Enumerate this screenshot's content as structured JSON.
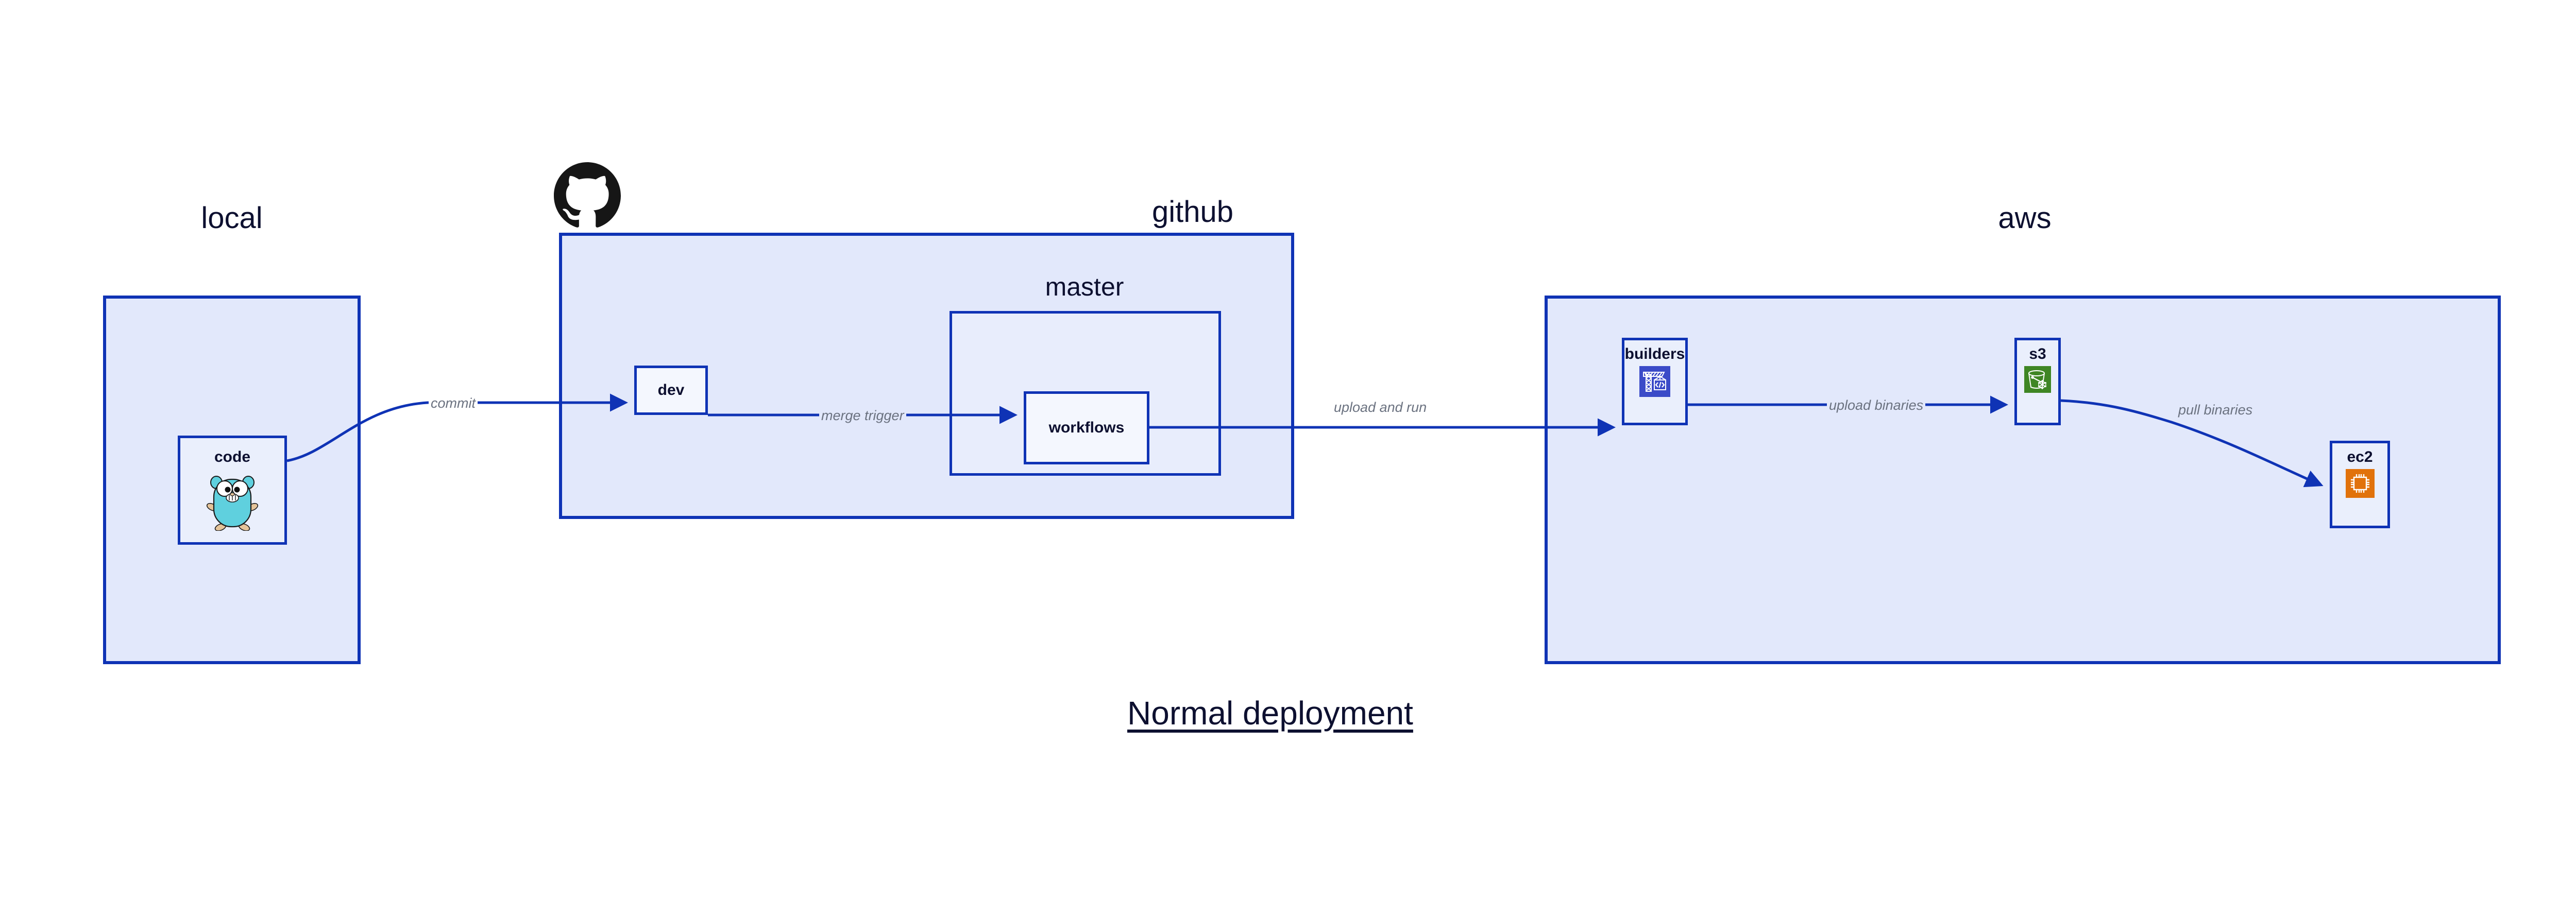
{
  "diagram": {
    "title": "Normal deployment",
    "background_color": "#ffffff",
    "accent_color": "#0f33b5",
    "group_fill": "#e2e8fb",
    "node_fill": "#eaeffc",
    "label_color": "#6b7280",
    "text_color": "#0d1030"
  },
  "groups": {
    "local": {
      "label": "local"
    },
    "github": {
      "label": "github"
    },
    "master": {
      "label": "master"
    },
    "aws": {
      "label": "aws"
    }
  },
  "nodes": {
    "code": {
      "label": "code",
      "icon": "go-gopher-icon"
    },
    "dev": {
      "label": "dev",
      "icon": "none"
    },
    "workflows": {
      "label": "workflows",
      "icon": "none"
    },
    "builders": {
      "label": "builders",
      "icon": "aws-codebuild-crane-icon",
      "icon_color": "#3b4bc8"
    },
    "s3": {
      "label": "s3",
      "icon": "aws-s3-glacier-bucket-icon",
      "icon_color": "#3f8624"
    },
    "ec2": {
      "label": "ec2",
      "icon": "aws-ec2-chip-icon",
      "icon_color": "#e1720b"
    }
  },
  "edges": [
    {
      "id": "commit",
      "label": "commit",
      "from": "code",
      "to": "dev"
    },
    {
      "id": "merge-trigger",
      "label": "merge trigger",
      "from": "dev",
      "to": "workflows"
    },
    {
      "id": "upload-and-run",
      "label": "upload and run",
      "from": "workflows",
      "to": "builders"
    },
    {
      "id": "upload-binaries",
      "label": "upload binaries",
      "from": "builders",
      "to": "s3"
    },
    {
      "id": "pull-binaries",
      "label": "pull binaries",
      "from": "s3",
      "to": "ec2"
    }
  ],
  "logos": {
    "github": {
      "name": "github-octocat-logo"
    }
  }
}
